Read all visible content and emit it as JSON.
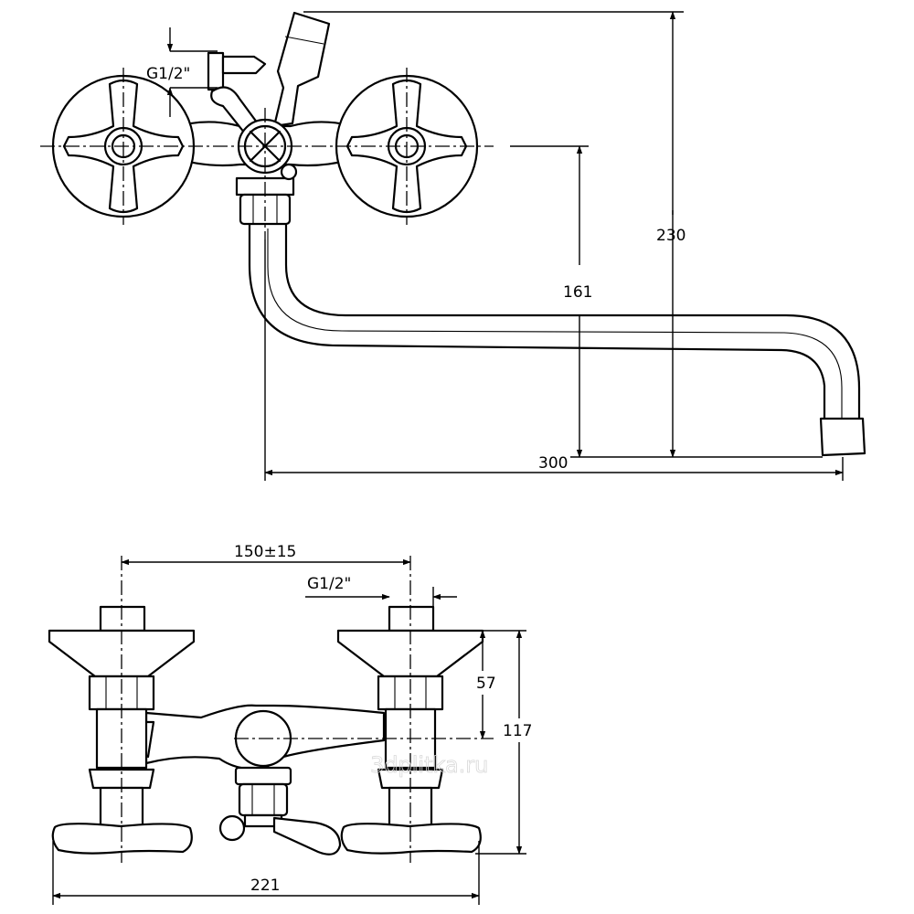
{
  "dimensions": {
    "side_view": {
      "thread": "G1/2\"",
      "total_height": "230",
      "spout_height": "161",
      "spout_reach": "300"
    },
    "front_view": {
      "center_distance": "150±15",
      "thread": "G1/2\"",
      "body_height": "57",
      "total_height": "117",
      "total_width": "221"
    }
  },
  "watermark": "3dplitka.ru"
}
